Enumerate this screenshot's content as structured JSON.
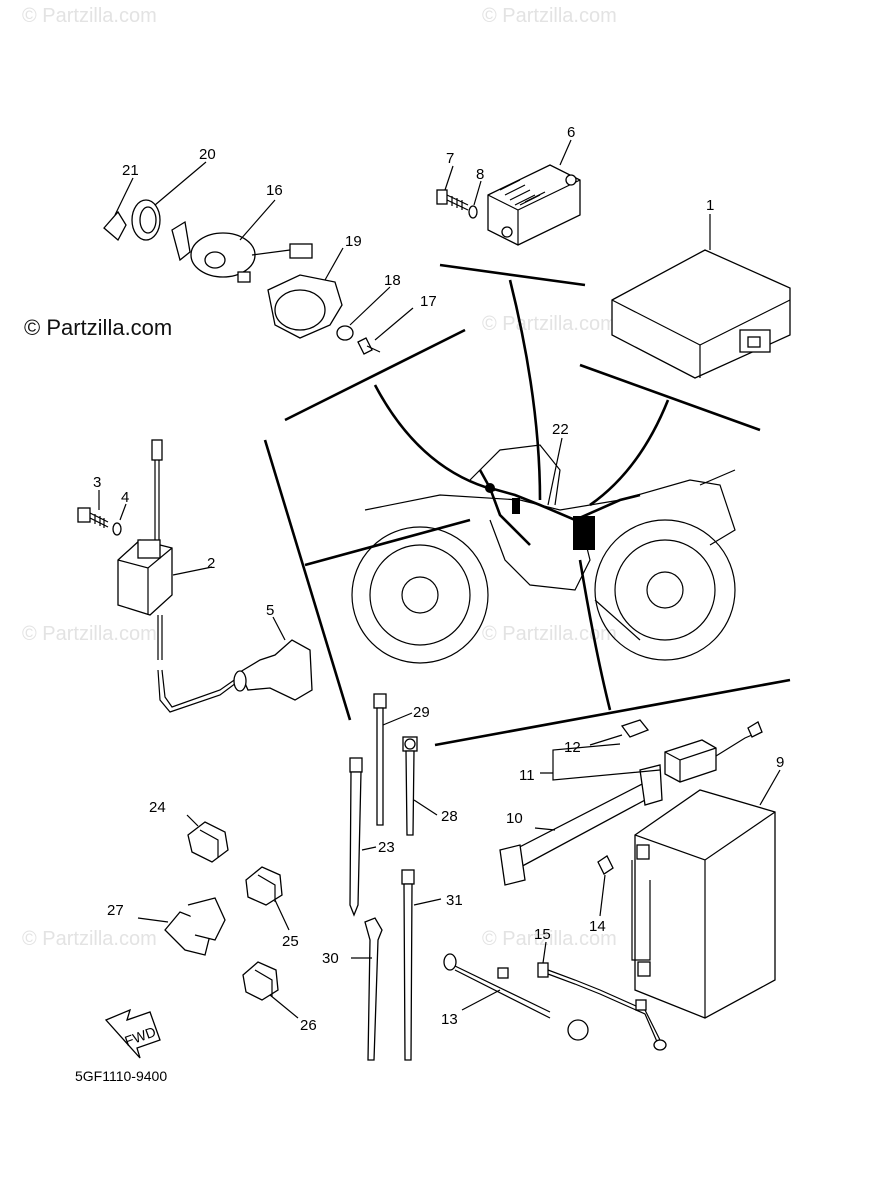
{
  "watermark": {
    "text": "© Partzilla.com",
    "main_text": "© Partzilla.com"
  },
  "diagram_code": "5GF1110-9400",
  "fwd_label": "FWD",
  "callouts": {
    "c1": "1",
    "c2": "2",
    "c3": "3",
    "c4": "4",
    "c5": "5",
    "c6": "6",
    "c7": "7",
    "c8": "8",
    "c9": "9",
    "c10": "10",
    "c11": "11",
    "c12": "12",
    "c13": "13",
    "c14": "14",
    "c15": "15",
    "c16": "16",
    "c17": "17",
    "c18": "18",
    "c19": "19",
    "c20": "20",
    "c21": "21",
    "c22": "22",
    "c23": "23",
    "c24": "24",
    "c25": "25",
    "c26": "26",
    "c27": "27",
    "c28": "28",
    "c29": "29",
    "c30": "30",
    "c31": "31"
  }
}
